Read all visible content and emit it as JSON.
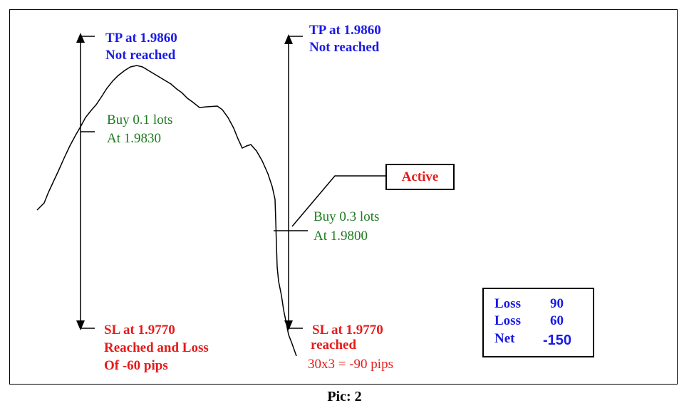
{
  "left_trade": {
    "tp_line1": "TP at 1.9860",
    "tp_line2": "Not reached",
    "buy_line1": "Buy 0.1 lots",
    "buy_line2": "At 1.9830",
    "sl_line1": "SL at 1.9770",
    "sl_line2": "Reached and Loss",
    "sl_line3": "Of -60 pips"
  },
  "right_trade": {
    "tp_line1": "TP at 1.9860",
    "tp_line2": "Not reached",
    "buy_line1": "Buy 0.3 lots",
    "buy_line2": "At 1.9800",
    "sl_line1": "SL at 1.9770",
    "sl_line2": "reached",
    "calc": "30x3 = -90 pips"
  },
  "active_label": "Active",
  "summary": {
    "rows": [
      {
        "label": "Loss",
        "value": "90"
      },
      {
        "label": "Loss",
        "value": "60"
      },
      {
        "label": "Net",
        "value": "-150"
      }
    ]
  },
  "caption": "Pic: 2",
  "colors": {
    "blue": "#1a1ae6",
    "red": "#e61a1a",
    "green": "#1e7a1e"
  }
}
